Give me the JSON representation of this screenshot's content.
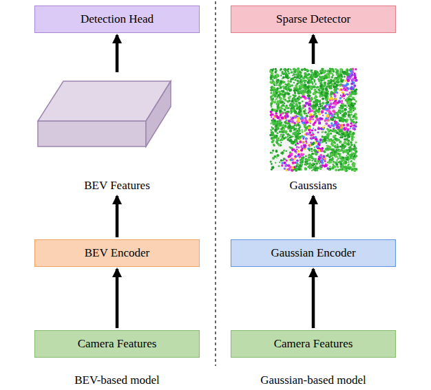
{
  "diagram": {
    "nodes": [
      {
        "text": [
          "Detection Head"
        ]
      },
      {
        "text": [
          "Sparse Detector"
        ]
      },
      {
        "text": [
          "BEV Features"
        ]
      },
      {
        "text": [
          "Gaussians"
        ]
      },
      {
        "text": [
          "BEV Encoder"
        ]
      },
      {
        "text": [
          "Gaussian Encoder"
        ]
      },
      {
        "text": [
          "Camera Features"
        ]
      },
      {
        "text": [
          "Camera Features"
        ]
      }
    ],
    "edges": [
      {
        "from": 6,
        "to": 4,
        "arrow": "to"
      },
      {
        "from": 4,
        "to": 2,
        "arrow": "to"
      },
      {
        "from": 2,
        "to": 0,
        "arrow": "to"
      },
      {
        "from": 7,
        "to": 5,
        "arrow": "to"
      },
      {
        "from": 5,
        "to": 3,
        "arrow": "to"
      },
      {
        "from": 3,
        "to": 1,
        "arrow": "to"
      }
    ],
    "labels": [
      "BEV-based model",
      "Gaussian-based model"
    ]
  }
}
